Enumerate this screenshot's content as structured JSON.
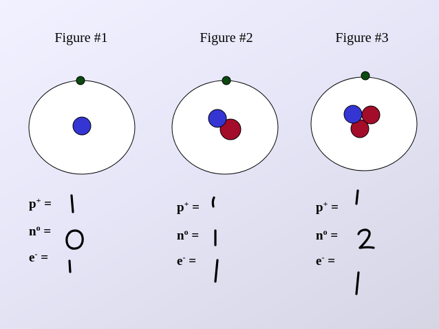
{
  "figures": [
    {
      "title": "Figure #1",
      "labels": {
        "p": "p",
        "p_sup": "+",
        "n": "n",
        "n_sup": "o",
        "e": "e",
        "e_sup": "-",
        "eq": "="
      },
      "answers": {
        "protons": "1",
        "neutrons": "0",
        "electrons": "1"
      }
    },
    {
      "title": "Figure #2",
      "labels": {
        "p": "p",
        "p_sup": "+",
        "n": "n",
        "n_sup": "o",
        "e": "e",
        "e_sup": "-",
        "eq": "="
      },
      "answers": {
        "protons": "1",
        "neutrons": "1",
        "electrons": "1"
      }
    },
    {
      "title": "Figure #3",
      "labels": {
        "p": "p",
        "p_sup": "+",
        "n": "n",
        "n_sup": "o",
        "e": "e",
        "e_sup": "-",
        "eq": "="
      },
      "answers": {
        "protons": "1",
        "neutrons": "2",
        "electrons": "1"
      }
    }
  ],
  "colors": {
    "proton": "#a30d2a",
    "neutron": "#3535d4",
    "electron": "#0c4a12",
    "orbit_fill": "#ffffff",
    "outline": "#000000"
  }
}
